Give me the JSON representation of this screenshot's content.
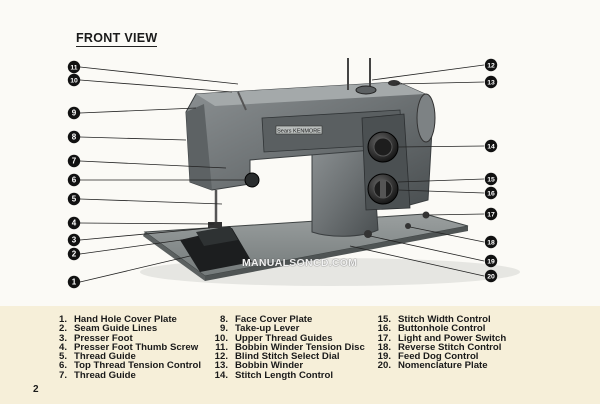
{
  "heading": "FRONT VIEW",
  "watermark": "MANUALSONCD.COM",
  "page_number": "2",
  "callouts_left": [
    "11",
    "10",
    "9",
    "8",
    "7",
    "6",
    "5",
    "4",
    "3",
    "2",
    "1"
  ],
  "callouts_right": [
    "12",
    "13",
    "14",
    "15",
    "16",
    "17",
    "18",
    "19",
    "20"
  ],
  "legend": {
    "col1": [
      {
        "n": "1.",
        "t": "Hand Hole Cover Plate"
      },
      {
        "n": "2.",
        "t": "Seam Guide Lines"
      },
      {
        "n": "3.",
        "t": "Presser Foot"
      },
      {
        "n": "4.",
        "t": "Presser Foot Thumb Screw"
      },
      {
        "n": "5.",
        "t": "Thread Guide"
      },
      {
        "n": "6.",
        "t": "Top Thread Tension Control"
      },
      {
        "n": "7.",
        "t": "Thread Guide"
      }
    ],
    "col2": [
      {
        "n": "8.",
        "t": "Face Cover Plate"
      },
      {
        "n": "9.",
        "t": "Take-up Lever"
      },
      {
        "n": "10.",
        "t": "Upper Thread Guides"
      },
      {
        "n": "11.",
        "t": "Bobbin Winder Tension Disc"
      },
      {
        "n": "12.",
        "t": "Blind Stitch Select Dial"
      },
      {
        "n": "13.",
        "t": "Bobbin Winder"
      },
      {
        "n": "14.",
        "t": "Stitch Length Control"
      }
    ],
    "col3": [
      {
        "n": "15.",
        "t": "Stitch Width Control"
      },
      {
        "n": "16.",
        "t": "Buttonhole Control"
      },
      {
        "n": "17.",
        "t": "Light and Power Switch"
      },
      {
        "n": "18.",
        "t": "Reverse Stitch Control"
      },
      {
        "n": "19.",
        "t": "Feed Dog Control"
      },
      {
        "n": "20.",
        "t": "Nomenclature Plate"
      }
    ]
  }
}
